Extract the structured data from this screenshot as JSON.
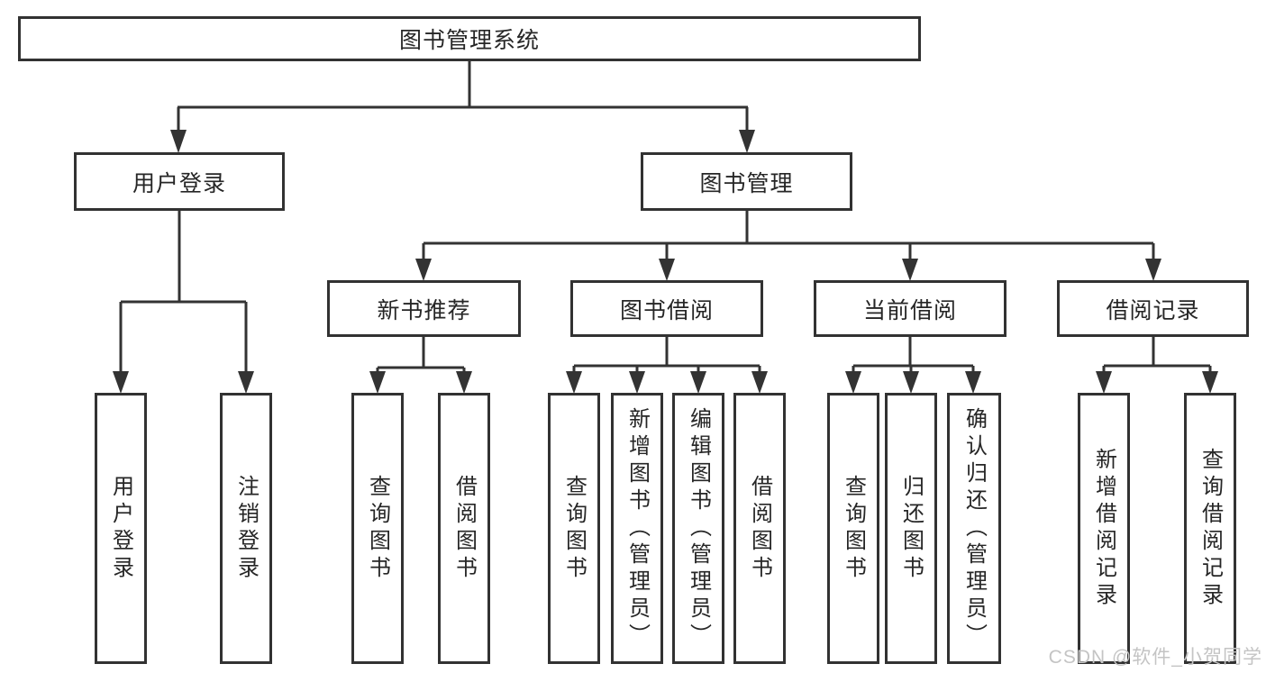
{
  "diagram": {
    "title": "图书管理系统",
    "nodes": {
      "root": "图书管理系统",
      "user_login": "用户登录",
      "book_mgmt": "图书管理",
      "new_books": "新书推荐",
      "book_borrow": "图书借阅",
      "current_borrow": "当前借阅",
      "borrow_records": "借阅记录"
    },
    "leaves": {
      "user_login": [
        "用户登录",
        "注销登录"
      ],
      "new_books": [
        "查询图书",
        "借阅图书"
      ],
      "book_borrow": [
        "查询图书",
        "新增图书（管理员）",
        "编辑图书（管理员）",
        "借阅图书"
      ],
      "current_borrow": [
        "查询图书",
        "归还图书",
        "确认归还（管理员）"
      ],
      "borrow_records": [
        "新增借阅记录",
        "查询借阅记录"
      ]
    }
  },
  "watermark": "CSDN @软件_小贺同学",
  "colors": {
    "line": "#333333",
    "border": "#323232",
    "text": "#262626",
    "watermark": "#c4c4c4",
    "background": "#ffffff"
  }
}
